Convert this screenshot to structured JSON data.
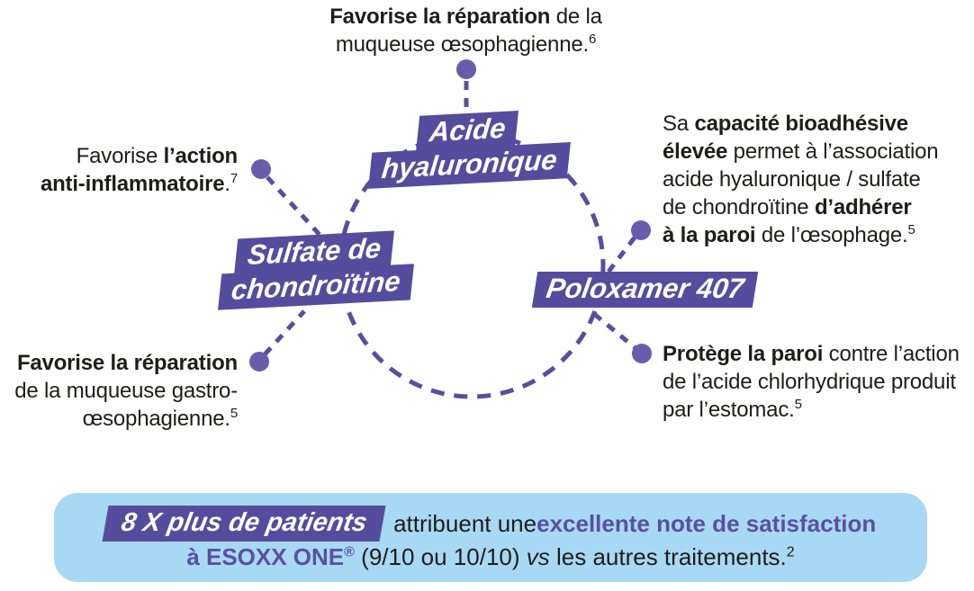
{
  "colors": {
    "purple_box": "#564c9e",
    "purple_line": "#5a4da1",
    "purple_dot": "#695dab",
    "banner_bg": "#a8d9f4",
    "banner_purple": "#5a4fa2",
    "body_text": "#1d1d1b"
  },
  "labels": {
    "acide": {
      "line1": "Acide",
      "line2": "hyaluronique"
    },
    "sulfate": {
      "line1": "Sulfate de",
      "line2": "chondroïtine"
    },
    "poloxamer": {
      "text": "Poloxamer 407"
    }
  },
  "annotations": {
    "top": {
      "l1b": "Favorise la réparation",
      "l1r": " de la",
      "l2r": "muqueuse œsophagienne.",
      "sup": "6"
    },
    "left": {
      "l1r": "Favorise ",
      "l1b": "l’action",
      "l2b": "anti-inflammatoire",
      "l2r": ".",
      "sup": "7"
    },
    "bottom_left": {
      "l1b": "Favorise la réparation",
      "l2r": "de la muqueuse gastro-",
      "l3r": "œsophagienne.",
      "sup": "5"
    },
    "right": {
      "l1r": "Sa ",
      "l1b": "capacité bioadhésive",
      "l2b": "élevée",
      "l2r": " permet à l’association",
      "l3r": "acide hyaluronique / sulfate",
      "l4r": "de chondroïtine ",
      "l4b": "d’adhérer",
      "l5b": "à la paroi",
      "l5r": " de l’œsophage.",
      "sup": "5"
    },
    "bottom_right": {
      "l1b": "Protège la paroi",
      "l1r": " contre l’action",
      "l2r": "de l’acide chlorhydrique produit",
      "l3r": "par l’estomac.",
      "sup": "5"
    }
  },
  "banner": {
    "badge": "8 X plus de patients",
    "mid": "attribuent une ",
    "highlight": "excellente note de satisfaction",
    "brand": "à ESOXX ONE",
    "reg_mark": "®",
    "scores": " (9/10 ou 10/10) ",
    "vs": "vs",
    "tail": " les autres traitements.",
    "sup": "2"
  }
}
